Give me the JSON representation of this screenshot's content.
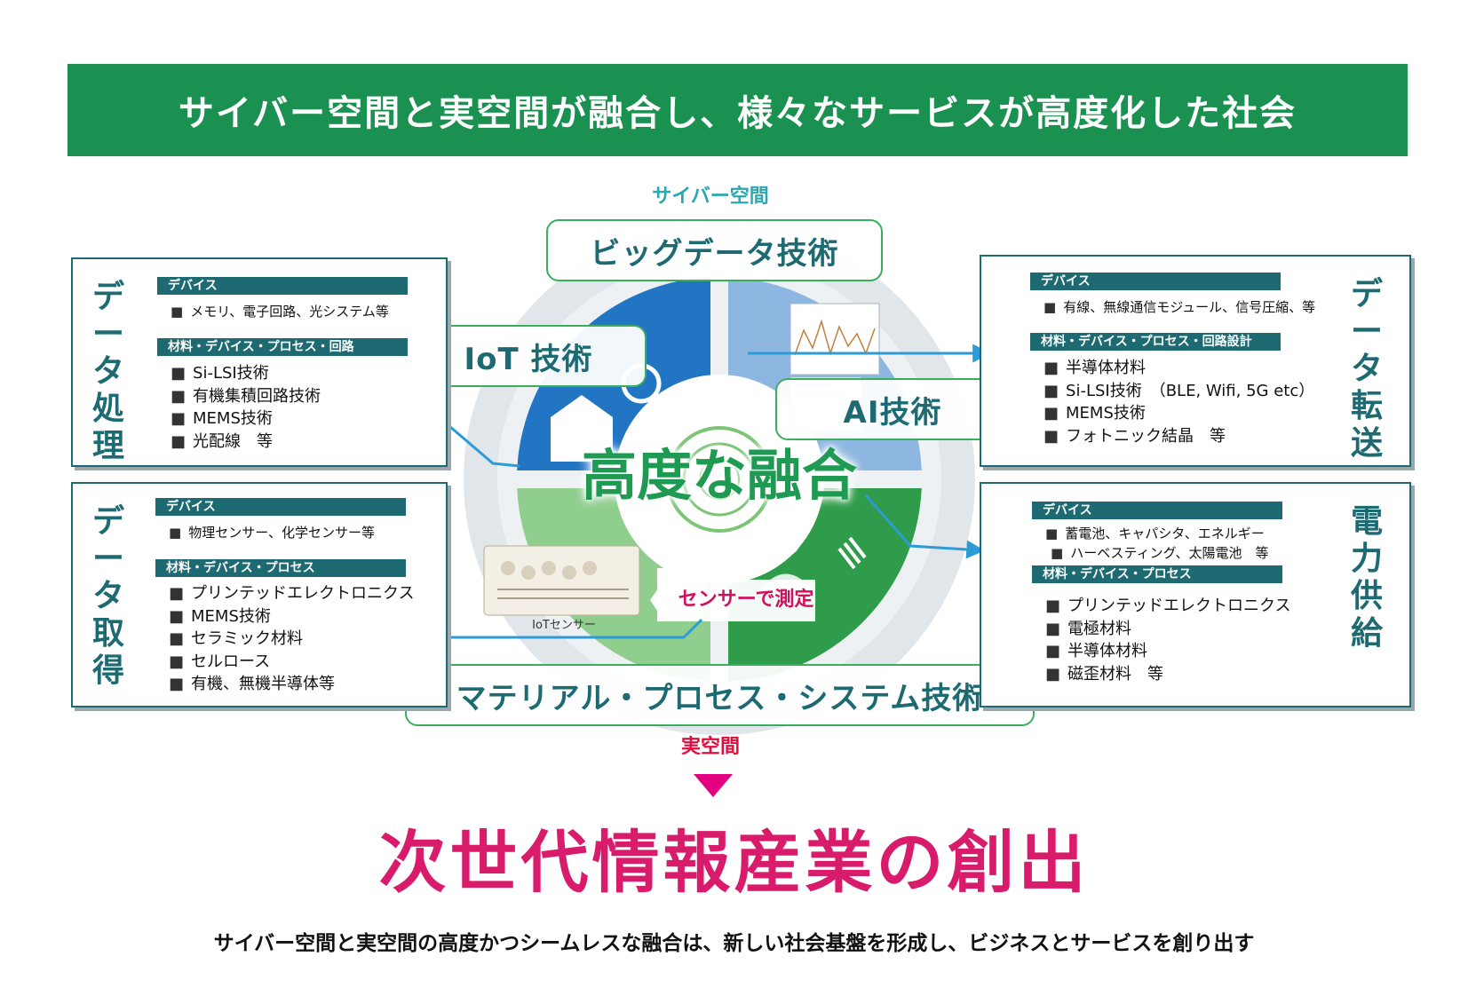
{
  "banner": "サイバー空間と実空間が融合し、様々なサービスが高度化した社会",
  "cyber_label": "サイバー空間",
  "real_label": "実空間",
  "tech": {
    "bigdata": "ビッグデータ技術",
    "iot": "IoT 技術",
    "ai": "AI技術",
    "material": "マテリアル・プロセス・システム技術"
  },
  "center_label": "高度な融合",
  "sensor_label": "センサーで測定",
  "iot_sensor_label": "IoTセンサー",
  "boxes": {
    "processing": {
      "title": "データ処理",
      "device_head": "デバイス",
      "device_items": [
        "メモリ、電子回路、光システム等"
      ],
      "material_head": "材料・デバイス・プロセス・回路",
      "material_items": [
        "Si-LSI技術",
        "有機集積回路技術",
        "MEMS技術",
        "光配線　等"
      ]
    },
    "acquisition": {
      "title": "データ取得",
      "device_head": "デバイス",
      "device_items": [
        "物理センサー、化学センサー等"
      ],
      "material_head": "材料・デバイス・プロセス",
      "material_items": [
        "プリンテッドエレクトロニクス",
        "MEMS技術",
        "セラミック材料",
        "セルロース",
        "有機、無機半導体等"
      ]
    },
    "transfer": {
      "title": "データ転送",
      "device_head": "デバイス",
      "device_items": [
        "有線、無線通信モジュール、信号圧縮、等"
      ],
      "material_head": "材料・デバイス・プロセス・回路設計",
      "material_items": [
        "半導体材料",
        "Si-LSI技術　（BLE, Wifi, 5G etc）",
        "MEMS技術",
        "フォトニック結晶　等"
      ]
    },
    "power": {
      "title": "電力供給",
      "device_head": "デバイス",
      "device_items": [
        "蓄電池、キャパシタ、エネルギー",
        "ハーベスティング、太陽電池　等"
      ],
      "material_head": "材料・デバイス・プロセス",
      "material_items": [
        "プリンテッドエレクトロニクス",
        "電極材料",
        "半導体材料",
        "磁歪材料　等"
      ]
    }
  },
  "headline": "次世代情報産業の創出",
  "tagline": "サイバー空間と実空間の高度かつシームレスな融合は、新しい社会基盤を形成し、ビジネスとサービスを創り出す",
  "colors": {
    "banner_green": "#1a9150",
    "teal": "#1d6a72",
    "blue_quadrant": "#2175c3",
    "light_blue_quadrant": "#8db7e0",
    "green_quadrant": "#2e9c4a",
    "light_green_quadrant": "#8fce8d",
    "arrow_blue": "#2e9bd6",
    "headline_pink": "#d81b6a",
    "real_red": "#e30d3d"
  }
}
